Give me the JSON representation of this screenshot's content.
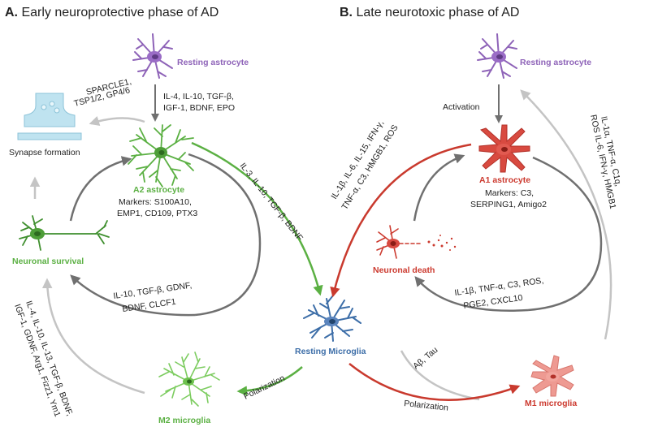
{
  "panels": {
    "a": {
      "letter": "A.",
      "title": "Early neuroprotective phase of AD",
      "resting_astrocyte": "Resting astrocyte",
      "synapse_formation": "Synapse formation",
      "a2_astrocyte": "A2 astrocyte",
      "a2_markers": [
        "Markers: S100A10,",
        "EMP1, CD109, PTX3"
      ],
      "neuronal_survival": "Neuronal survival",
      "m2_microglia": "M2 microglia",
      "resting_microglia": "Resting Microglia",
      "sparcle": [
        "SPARCLE1,",
        "TSP1/2, GP4/6"
      ],
      "astro_factors": [
        "IL-4, IL-10, TGF-β,",
        "IGF-1, BDNF, EPO"
      ],
      "il3_factors": "IL-3, IL-10, TGF-β, BDNF",
      "il10_factors": [
        "IL-10, TGF-β, GDNF,",
        "BDNF, CLCF1"
      ],
      "m2_factors": [
        "IL-4, IL-10, IL-13, TGF-β, BDNF,",
        "IGF-1, GDNF, Arg1, Fizz1, Ym1"
      ],
      "polarization": "Polarization"
    },
    "b": {
      "letter": "B.",
      "title": "Late neurotoxic phase of AD",
      "resting_astrocyte": "Resting astrocyte",
      "activation": "Activation",
      "a1_astrocyte": "A1 astrocyte",
      "a1_markers": [
        "Markers: C3,",
        "SERPING1, Amigo2"
      ],
      "neuronal_death": "Neuronal death",
      "m1_microglia": "M1 microglia",
      "il1b_left": [
        "IL-1β, IL-6, IL-15, IFN-γ,",
        "TNF-α, C3, HMGB1, ROS"
      ],
      "il1b_bottom": [
        "IL-1β, TNF-α, C3, ROS,",
        "PGE2, CXCL10"
      ],
      "il1a_right": [
        "IL-1α, TNF-α, C1q,",
        "ROS IL-6, IFN-γ, HMGB1"
      ],
      "abeta": "Aβ, Tau",
      "polarization": "Polarization"
    }
  },
  "colors": {
    "purple": "#8e63b8",
    "green": "#5bb043",
    "dark_green": "#3f8f2e",
    "red": "#cc3a2f",
    "pink": "#e88e86",
    "blue": "#3d6ea8",
    "gray": "#707070",
    "light_gray": "#bfbfbf",
    "synapse": "#bfe3f0"
  }
}
